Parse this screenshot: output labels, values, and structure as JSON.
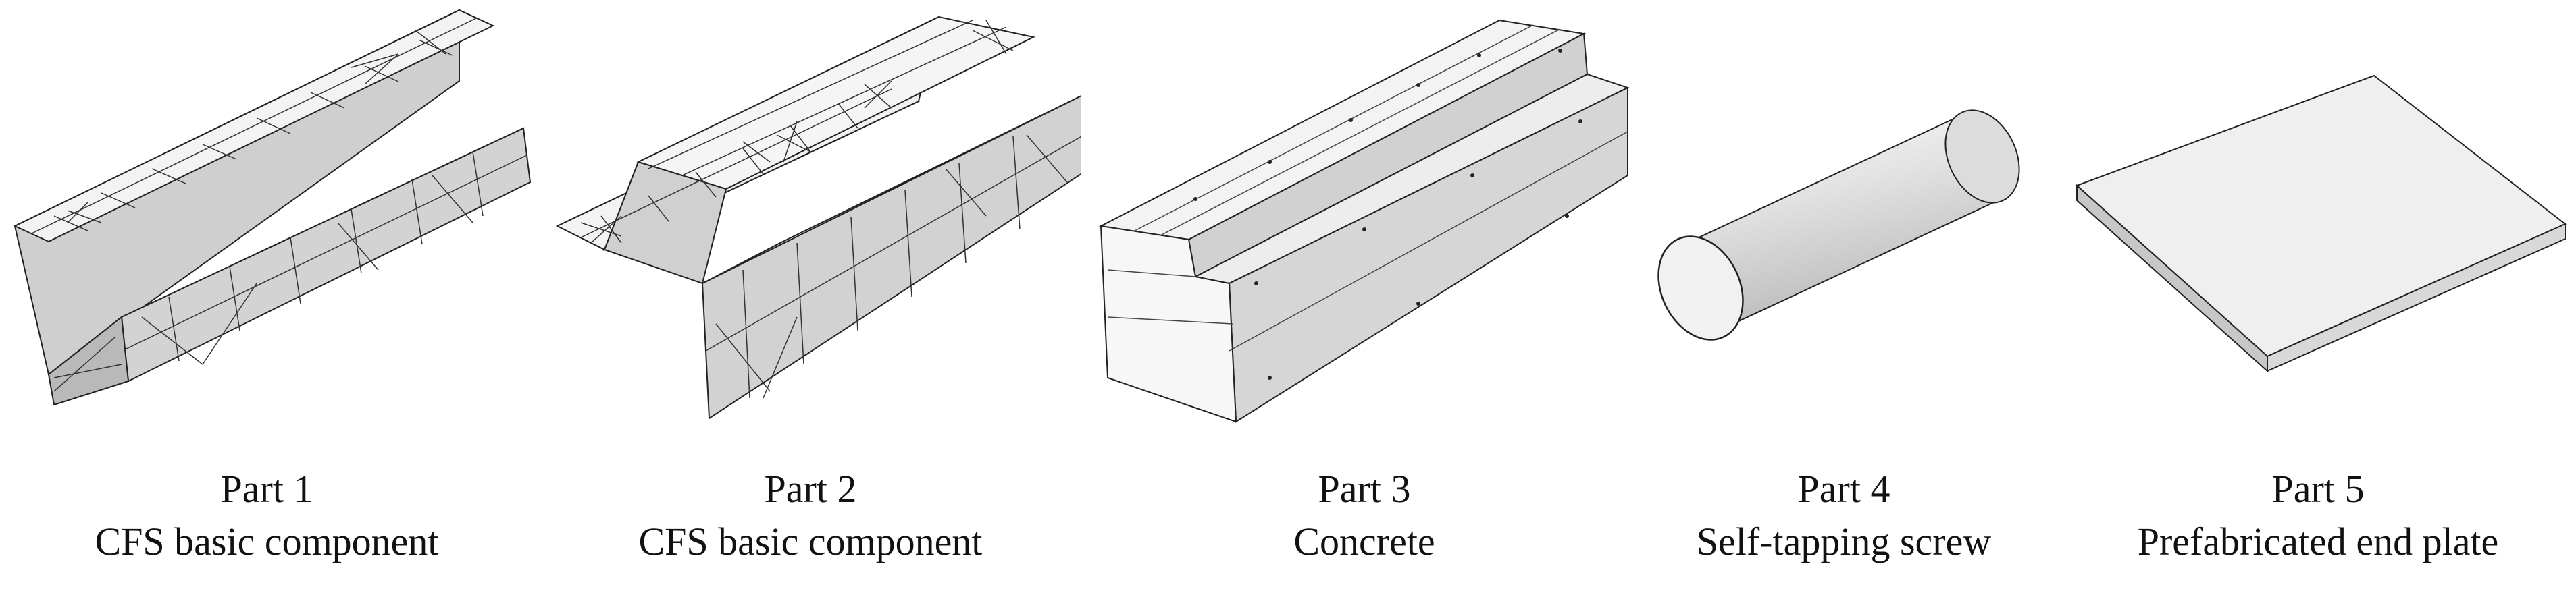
{
  "colors": {
    "background": "#ffffff",
    "top_face": "#f2f2f2",
    "side_face": "#d4d4d4",
    "shadow_face": "#bdbdbd",
    "edge": "#222222",
    "mesh_line": "#444444",
    "caption_text": "#111111"
  },
  "parts": [
    {
      "number_label": "Part 1",
      "name": "CFS basic component",
      "icon": "cfs-channel-section-icon"
    },
    {
      "number_label": "Part 2",
      "name": "CFS basic component",
      "icon": "cfs-z-section-icon"
    },
    {
      "number_label": "Part 3",
      "name": "Concrete",
      "icon": "concrete-block-icon"
    },
    {
      "number_label": "Part 4",
      "name": "Self-tapping screw",
      "icon": "screw-cylinder-icon"
    },
    {
      "number_label": "Part 5",
      "name": "Prefabricated end plate",
      "icon": "end-plate-icon"
    }
  ]
}
